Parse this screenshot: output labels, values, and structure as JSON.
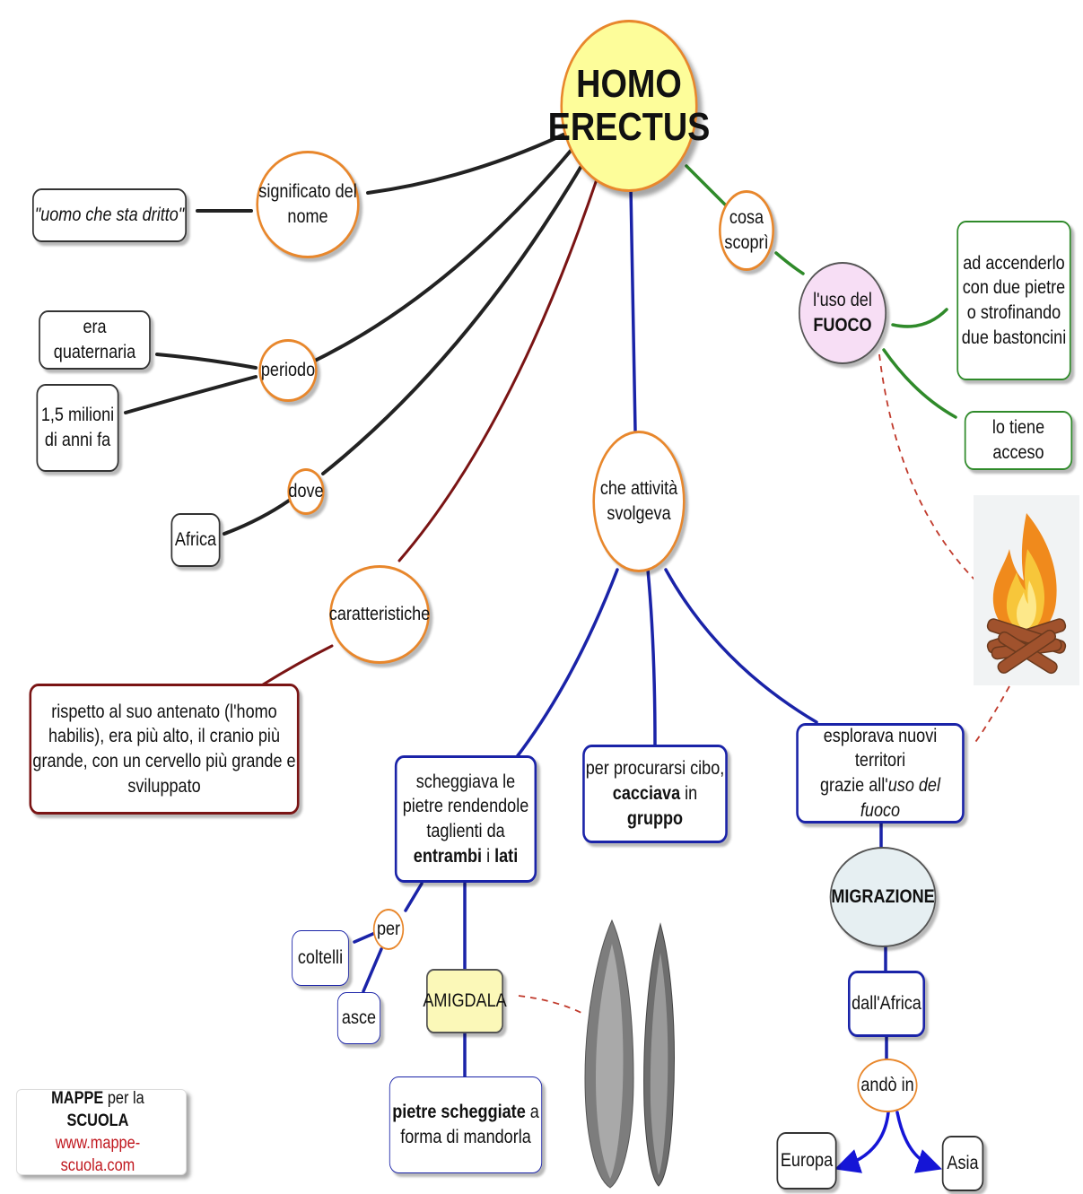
{
  "center": {
    "line1": "HOMO",
    "line2": "ERECTUS"
  },
  "nodes": {
    "significato": "significato del nome",
    "uomo": "\"uomo che sta dritto\"",
    "periodo": "periodo",
    "era": "era quaternaria",
    "milioni": "1,5 milioni di anni fa",
    "dove": "dove",
    "africa": "Africa",
    "caratteristiche": "caratteristiche",
    "rispetto": "rispetto al suo antenato (l'homo habilis), era più alto, il cranio più grande, con un cervello più grande e sviluppato",
    "attivita": "che attività svolgeva",
    "cosa_scopri": "cosa scoprì",
    "accenderlo": "ad accenderlo con due pietre o strofinando due bastoncini",
    "acceso": "lo tiene acceso",
    "per": "per",
    "coltelli": "coltelli",
    "asce": "asce",
    "amigdala": "AMIGDALA",
    "dall_africa": "dall'Africa",
    "ando_in": "andò in",
    "europa": "Europa",
    "asia": "Asia"
  },
  "fuoco": {
    "line1": "l'uso del",
    "line2_bold": "FUOCO"
  },
  "scheggiava": {
    "pre": "scheggiava le pietre rendendole taglienti da ",
    "b1": "entrambi",
    "mid": " i ",
    "b2": "lati"
  },
  "procurarsi": {
    "line1": "per procurarsi cibo,",
    "b1": "cacciava",
    "mid": " in ",
    "b2": "gruppo"
  },
  "esplorava": {
    "line1": "esplorava nuovi territori",
    "pre": "grazie all'",
    "ital": "uso del fuoco"
  },
  "migrazione": "MIGRAZIONE",
  "pietre": {
    "b1": "pietre scheggiate",
    "post": " a forma di mandorla"
  },
  "credit": {
    "b1": "MAPPE",
    "mid": " per la ",
    "b2": "SCUOLA",
    "url": "www.mappe-scuola.com"
  },
  "colors": {
    "dark": "#333333",
    "blue": "#1a23a8",
    "green": "#2f8a2a",
    "maroon": "#7a1414",
    "orange": "#e8872c",
    "center_fill": "#fdfd9a"
  }
}
